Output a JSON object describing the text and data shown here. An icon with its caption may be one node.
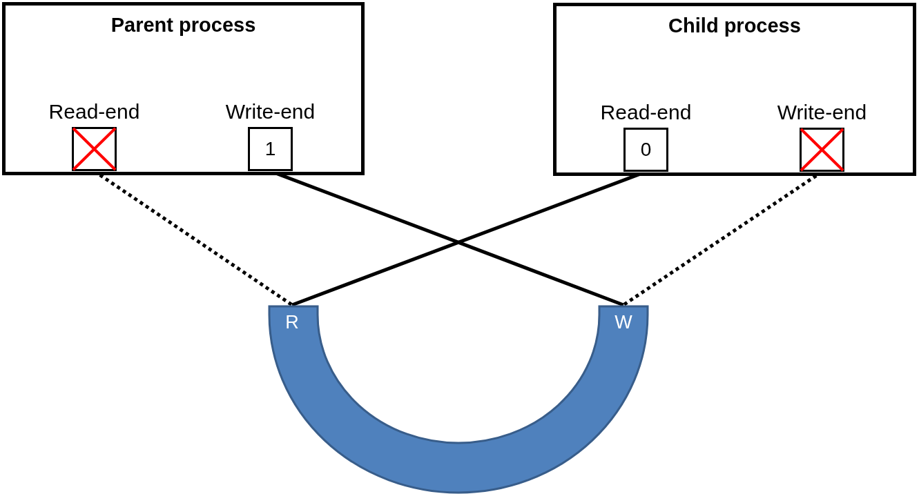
{
  "diagram": {
    "nodes": [
      {
        "text": [
          "Parent process"
        ]
      },
      {
        "text": [
          "Read-end"
        ],
        "in": 0
      },
      {
        "text": [
          "Write-end",
          "1"
        ],
        "in": 0
      },
      {
        "text": [
          "Child process"
        ]
      },
      {
        "text": [
          "Read-end",
          "0"
        ],
        "in": 3
      },
      {
        "text": [
          "Write-end"
        ],
        "in": 3
      },
      {
        "text": [
          "R",
          "W"
        ]
      }
    ],
    "edges": [
      {
        "from": 1,
        "to": 6,
        "arrow": "none",
        "style": "dashed"
      },
      {
        "from": 2,
        "to": 6,
        "arrow": "none"
      },
      {
        "from": 4,
        "to": 6,
        "arrow": "none"
      },
      {
        "from": 5,
        "to": 6,
        "arrow": "none",
        "style": "dashed"
      }
    ]
  }
}
